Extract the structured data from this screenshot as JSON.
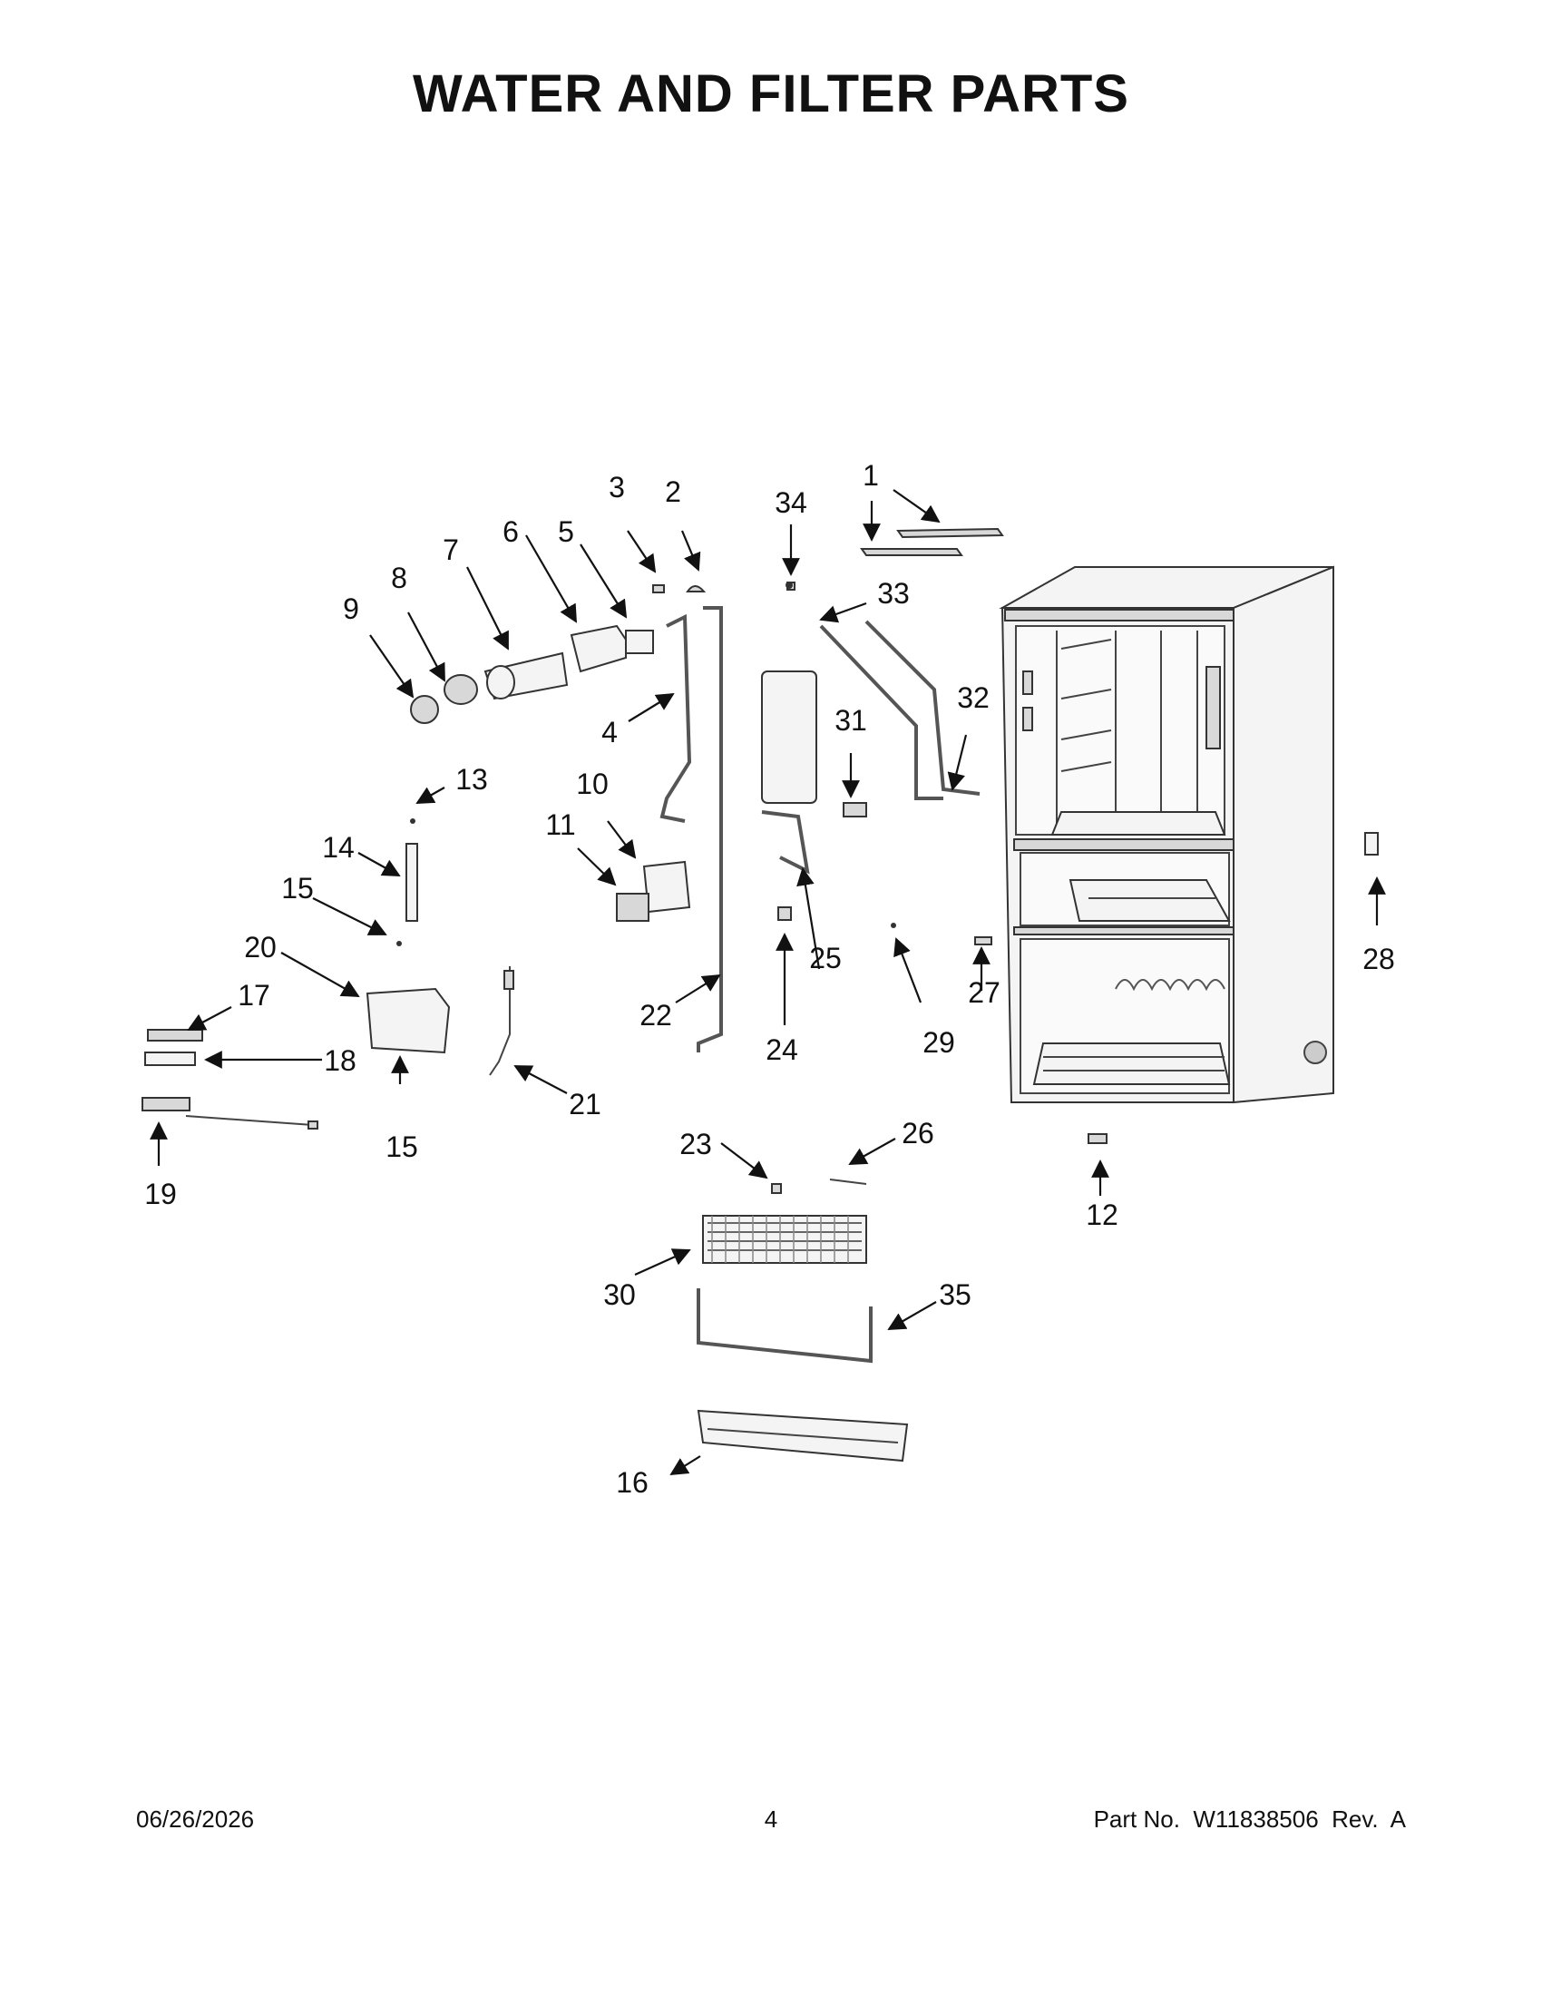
{
  "title": "WATER AND FILTER PARTS",
  "callouts": [
    "1",
    "2",
    "3",
    "4",
    "5",
    "6",
    "7",
    "8",
    "9",
    "10",
    "11",
    "12",
    "13",
    "14",
    "15",
    "15",
    "16",
    "17",
    "18",
    "19",
    "20",
    "21",
    "22",
    "23",
    "24",
    "25",
    "26",
    "27",
    "28",
    "29",
    "30",
    "31",
    "32",
    "33",
    "34",
    "35"
  ],
  "footer": {
    "date": "06/26/2026",
    "page": "4",
    "part_no": "Part No.  W11838506  Rev.  A"
  }
}
